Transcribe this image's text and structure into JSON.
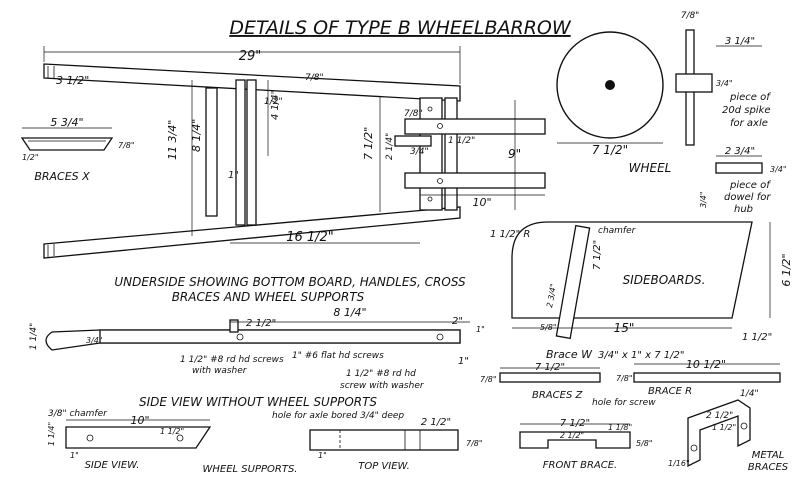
{
  "title": "DETAILS OF TYPE B WHEELBARROW",
  "top_view_frame": {
    "overall_length": "29\"",
    "tip_length": "3 1/2\"",
    "width_back": "11 3/4\"",
    "inner_width": "8 1/4\"",
    "handle_gap": "4 1/4\"",
    "small_a": "1/2\"",
    "small_b": "7/8\"",
    "small_c": "1\"",
    "lower_length": "16 1/2\"",
    "front_width": "7 1/2\"",
    "front_inner": "2 1/4\"",
    "front_small_a": "7/8\"",
    "front_small_b": "3/4\"",
    "front_small_c": "1 1/2\"",
    "support_len": "9\"",
    "wheel_support_len": "10\"",
    "caption_line1": "UNDERSIDE SHOWING BOTTOM BOARD, HANDLES, CROSS",
    "caption_line2": "BRACES AND WHEEL SUPPORTS"
  },
  "braces_x": {
    "length": "5 3/4\"",
    "height": "7/8\"",
    "end": "1/2\"",
    "label": "BRACES X"
  },
  "wheel": {
    "diameter": "7 1/2\"",
    "label": "WHEEL"
  },
  "axle": {
    "top": "7/8\"",
    "width": "3 1/4\"",
    "side": "3/4\"",
    "note_line1": "piece of",
    "note_line2": "20d spike",
    "note_line3": "for axle"
  },
  "hub": {
    "length": "2 3/4\"",
    "side": "3/4\"",
    "dia": "3/4\"",
    "note_line1": "piece of",
    "note_line2": "dowel for",
    "note_line3": "hub"
  },
  "sideboards": {
    "label": "SIDEBOARDS.",
    "height": "6 1/2\"",
    "length": "15\"",
    "corner": "1 1/2\"",
    "radius": "1 1/2\" R",
    "chamfer": "chamfer",
    "brace_w_len": "7 1/2\"",
    "brace_w_label": "Brace W",
    "brace_w_size": "3/4\" x 1\" x 7 1/2\"",
    "small_a": "5/8\"",
    "small_b": "2 3/4\""
  },
  "side_view": {
    "caption": "SIDE VIEW WITHOUT WHEEL SUPPORTS",
    "handle_dia": "1 1/4\"",
    "knob": "3/4\"",
    "length": "8 1/4\"",
    "bolt_spacing": "2 1/2\"",
    "end": "2\"",
    "end_side": "1\"",
    "tip": "1\"",
    "note1_line1": "1 1/2\" #8 rd hd screws",
    "note1_line2": "with washer",
    "note2": "1\" #6 flat hd screws",
    "note3_line1": "1 1/2\" #8 rd hd",
    "note3_line2": "screw with washer"
  },
  "brace_z": {
    "length": "7 1/2\"",
    "side": "7/8\"",
    "label": "BRACES Z"
  },
  "brace_r": {
    "length": "10 1/2\"",
    "side": "7/8\"",
    "label": "BRACE R",
    "hole": "hole for screw"
  },
  "wheel_supports": {
    "chamfer": "3/8\" chamfer",
    "length": "10\"",
    "height": "1 1/4\"",
    "small_a": "1\"",
    "small_b": "1 1/2\"",
    "side_caption": "SIDE VIEW.",
    "caption": "WHEEL SUPPORTS.",
    "hole_note": "hole for axle bored 3/4\" deep",
    "top_len": "2 1/2\"",
    "top_end": "1\"",
    "top_side": "7/8\"",
    "top_caption": "TOP VIEW."
  },
  "front_brace": {
    "length": "7 1/2\"",
    "inner": "2 1/2\"",
    "end": "1 1/8\"",
    "side": "5/8\"",
    "caption": "FRONT BRACE."
  },
  "metal_braces": {
    "top": "1/4\"",
    "width": "2 1/2\"",
    "inner": "1 1/2\"",
    "small": "1/16\"",
    "caption_line1": "METAL",
    "caption_line2": "BRACES"
  }
}
